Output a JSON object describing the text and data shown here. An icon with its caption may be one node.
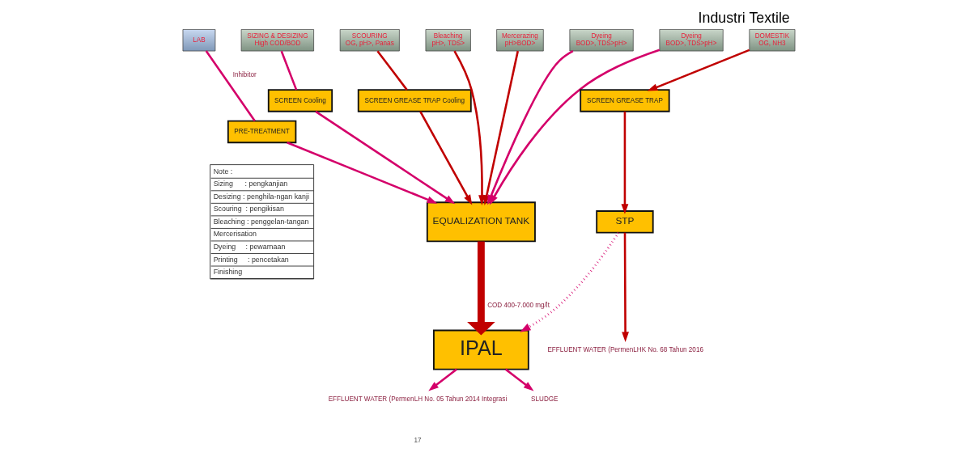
{
  "diagram": {
    "title": "Industri Textile",
    "nodes": [
      {
        "text": [
          "LAB"
        ]
      },
      {
        "text": [
          "SIZING & DESIZING",
          "High COD/BOD"
        ]
      },
      {
        "text": [
          "SCOURING",
          "OG, pH>, Panas"
        ]
      },
      {
        "text": [
          "Bleaching",
          "pH>, TDS>"
        ]
      },
      {
        "text": [
          "Mercerazing",
          "pH>BOD>"
        ]
      },
      {
        "text": [
          "Dyeing",
          "BOD>, TDS>pH>"
        ]
      },
      {
        "text": [
          "Dyeing",
          "BOD>, TDS>pH>"
        ]
      },
      {
        "text": [
          "DOMESTIK",
          "OG, NH3"
        ]
      },
      {
        "text": [
          "SCREEN Cooling"
        ]
      },
      {
        "text": [
          "PRE-TREATMENT"
        ]
      },
      {
        "text": [
          "SCREEN GREASE TRAP Cooling"
        ]
      },
      {
        "text": [
          "EQUALIZATION TANK"
        ]
      },
      {
        "text": [
          "SCREEN GREASE TRAP"
        ]
      },
      {
        "text": [
          "STP"
        ]
      },
      {
        "text": [
          "IPAL"
        ]
      },
      {
        "text": [
          "EFFLUENT WATER (PermenLHK No. 68 Tahun 2016"
        ]
      },
      {
        "text": [
          "EFFLUENT WATER (PermenLH No. 05 Tahun 2014 Integrasi"
        ]
      },
      {
        "text": [
          "SLUDGE"
        ]
      }
    ],
    "edges": [
      {
        "from": 0,
        "to": 9,
        "arrow": "none",
        "label": "Inhibitor"
      },
      {
        "from": 9,
        "to": 11,
        "arrow": "to"
      },
      {
        "from": 1,
        "to": 8,
        "arrow": "none"
      },
      {
        "from": 8,
        "to": 11,
        "arrow": "to"
      },
      {
        "from": 2,
        "to": 10,
        "arrow": "none",
        "color": "#c00000"
      },
      {
        "from": 10,
        "to": 11,
        "arrow": "to",
        "color": "#c00000"
      },
      {
        "from": 3,
        "to": 11,
        "arrow": "to",
        "color": "#c00000"
      },
      {
        "from": 4,
        "to": 11,
        "arrow": "to",
        "color": "#c00000"
      },
      {
        "from": 5,
        "to": 11,
        "arrow": "to"
      },
      {
        "from": 6,
        "to": 11,
        "arrow": "to"
      },
      {
        "from": 7,
        "to": 12,
        "arrow": "to",
        "color": "#c00000"
      },
      {
        "from": 12,
        "to": 13,
        "arrow": "to",
        "color": "#c00000"
      },
      {
        "from": 13,
        "to": 15,
        "arrow": "to",
        "color": "#c00000"
      },
      {
        "from": 13,
        "to": 14,
        "arrow": "to",
        "style": "dashed"
      },
      {
        "from": 11,
        "to": 14,
        "arrow": "to",
        "style": "thick",
        "color": "#c00000",
        "label": "COD 400-7.000 mg/lt"
      },
      {
        "from": 14,
        "to": 16,
        "arrow": "to"
      },
      {
        "from": 14,
        "to": 17,
        "arrow": "to"
      }
    ],
    "labels": [
      "Note :",
      "Sizing      : pengkanjian",
      "Desizing : penghila-ngan kanji",
      "Scouring  : pengikisan",
      "Bleaching : penggelan-tangan",
      "Mercerisation",
      "Dyeing     : pewarnaan",
      "Printing     : pencetakan",
      "Finishing",
      "17"
    ]
  }
}
